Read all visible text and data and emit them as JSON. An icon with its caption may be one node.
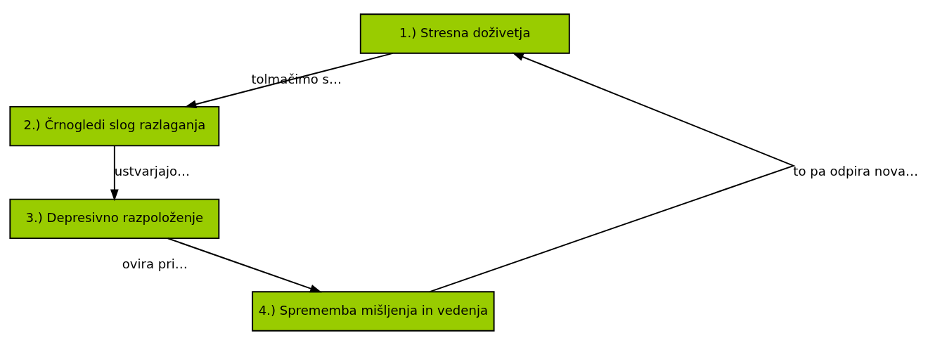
{
  "diagram": {
    "nodes": [
      {
        "text": [
          "1.) Stresna doživetja"
        ]
      },
      {
        "text": [
          "2.) Črnogledi slog razlaganja"
        ]
      },
      {
        "text": [
          "3.) Depresivno razpoloženje"
        ]
      },
      {
        "text": [
          "4.) Sprememba mišljenja in vedenja"
        ]
      }
    ],
    "edges": [
      {
        "from": 0,
        "to": 1,
        "arrow": "to",
        "label": "tolmačimo s…"
      },
      {
        "from": 1,
        "to": 2,
        "arrow": "to",
        "label": "ustvarjajo…"
      },
      {
        "from": 2,
        "to": 3,
        "arrow": "to",
        "label": "ovira pri…"
      },
      {
        "from": 3,
        "to": 0,
        "arrow": "to",
        "label": "to pa odpira nova…"
      }
    ]
  }
}
